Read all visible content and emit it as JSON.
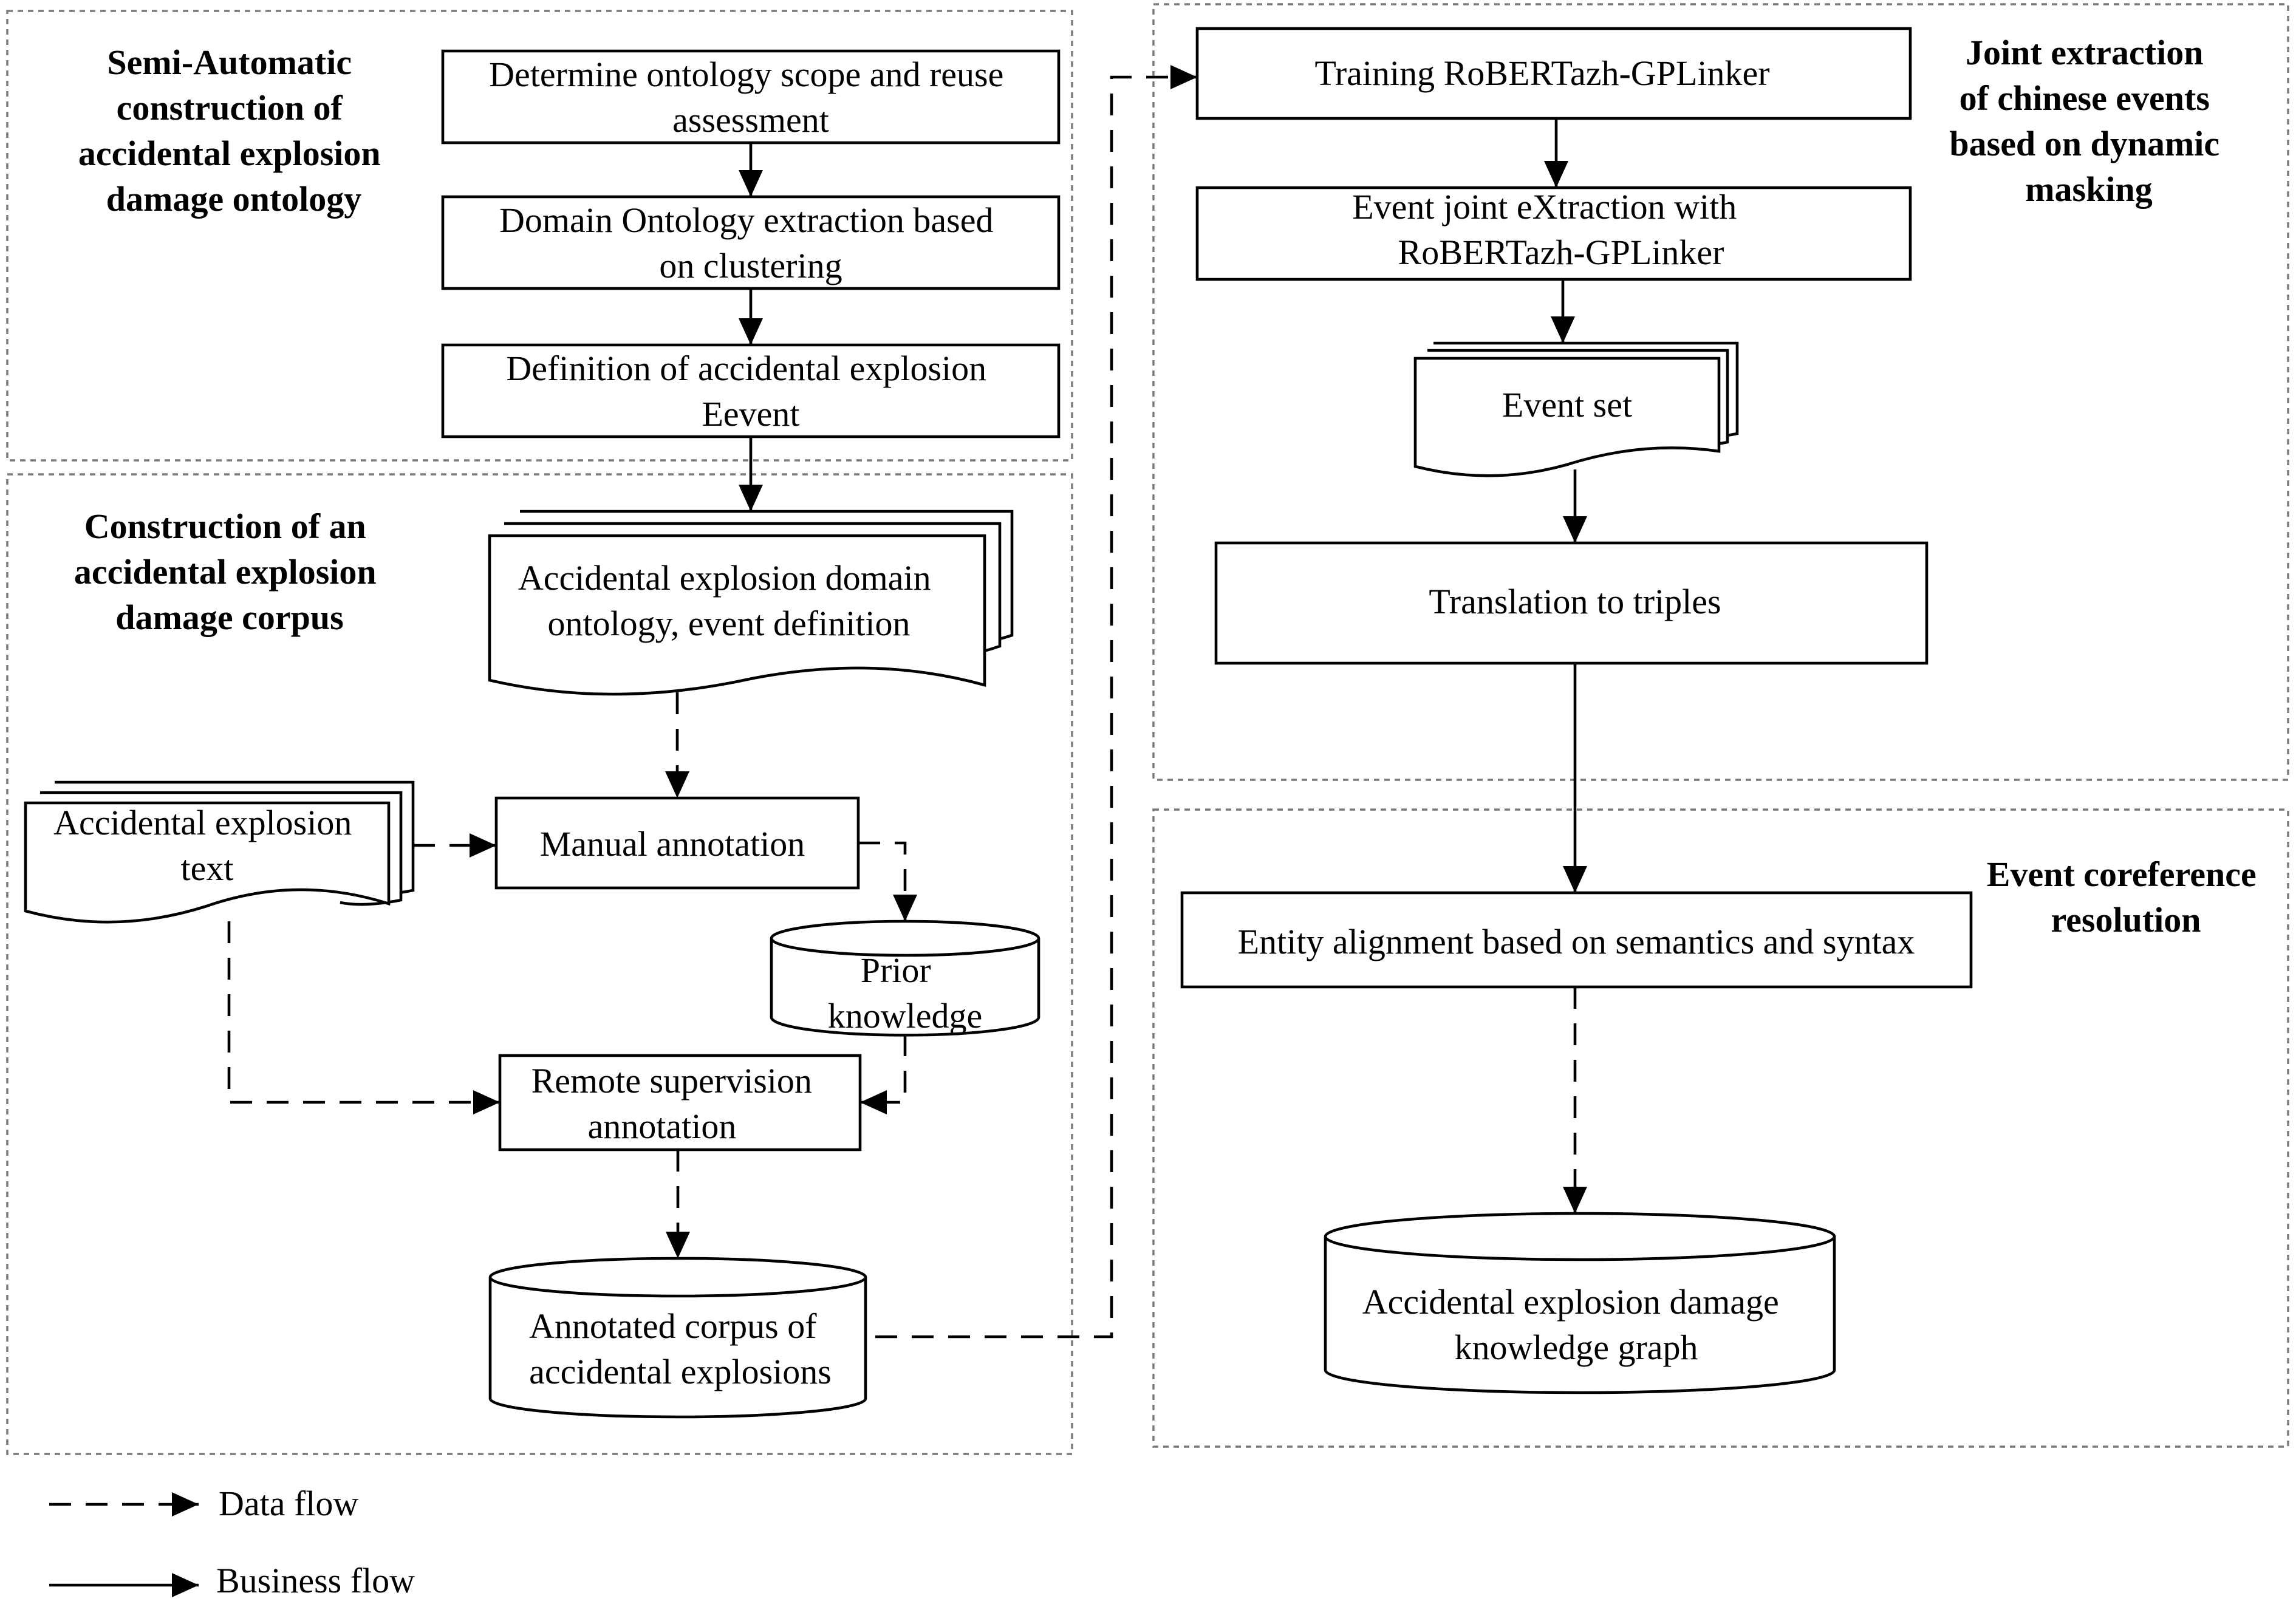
{
  "regions": {
    "ontology_title": [
      "Semi-Automatic",
      "construction of",
      "accidental explosion",
      "damage ontology"
    ],
    "corpus_title": [
      "Construction of an",
      "accidental explosion",
      "damage corpus"
    ],
    "joint_title": [
      "Joint extraction",
      "of chinese events",
      "based on dynamic",
      "masking"
    ],
    "coref_title": [
      "Event coreference",
      "resolution"
    ]
  },
  "nodes": {
    "scope": [
      "Determine ontology scope and reuse",
      "assessment"
    ],
    "domain_extraction": [
      "Domain Ontology extraction based",
      "on clustering"
    ],
    "definition": [
      "Definition of accidental explosion",
      "Eevent"
    ],
    "ontology_doc": [
      "Accidental explosion domain",
      "ontology, event definition"
    ],
    "text_doc": [
      "Accidental explosion",
      "text"
    ],
    "manual": [
      "Manual annotation"
    ],
    "prior": [
      "Prior",
      "knowledge"
    ],
    "remote": [
      "Remote supervision",
      "annotation"
    ],
    "corpus": [
      "Annotated corpus of",
      "accidental explosions"
    ],
    "training": [
      "Training RoBERTazh-GPLinker"
    ],
    "joint_extraction": [
      "Event joint eXtraction with",
      "RoBERTazh-GPLinker"
    ],
    "event_set": [
      "Event set"
    ],
    "triples": [
      "Translation to triples"
    ],
    "alignment": [
      "Entity alignment based on semantics and syntax"
    ],
    "kg": [
      "Accidental explosion damage",
      "knowledge graph"
    ]
  },
  "legend": {
    "data_flow": "Data flow",
    "business_flow": "Business flow"
  }
}
